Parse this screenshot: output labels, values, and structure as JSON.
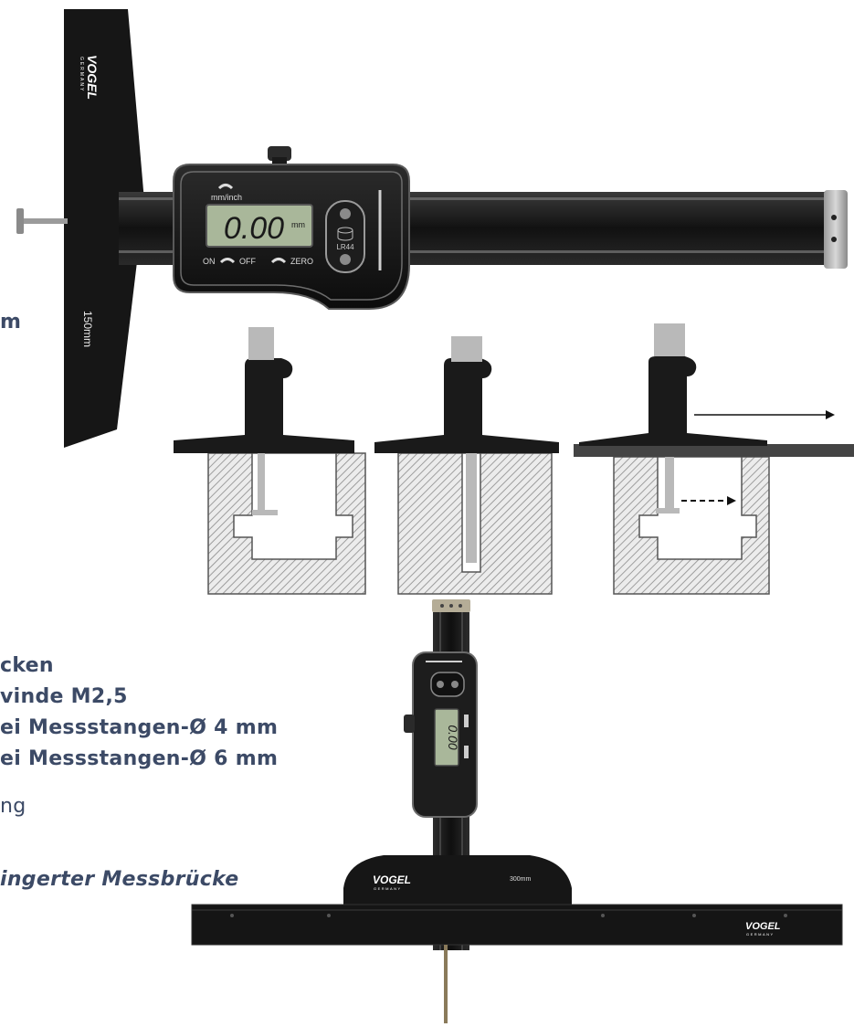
{
  "brand": {
    "logo_text": "VOGEL",
    "logo_sub": "GERMANY"
  },
  "caliper": {
    "scale_label": "150mm",
    "display_value": "0.00",
    "display_unit": "mm",
    "buttons": {
      "mm_inch": "mm/inch",
      "on": "ON",
      "off": "OFF",
      "zero": "ZERO"
    },
    "battery_label": "LR44"
  },
  "height_gauge": {
    "scale_label": "300mm"
  },
  "cut_text": {
    "line1": "m",
    "line2": "cken",
    "line3": "vinde M2,5",
    "line4": "ei Messstangen-Ø 4 mm",
    "line5": "ei Messstangen-Ø 6 mm",
    "line6": "ng",
    "line7": "ingerter Messbrücke"
  },
  "colors": {
    "body_dark": "#1b1b1b",
    "text_blue": "#3c4a66",
    "hatch": "#8a8a8a",
    "rod_gray": "#b9b9b9",
    "lcd": "#a9b79a"
  }
}
